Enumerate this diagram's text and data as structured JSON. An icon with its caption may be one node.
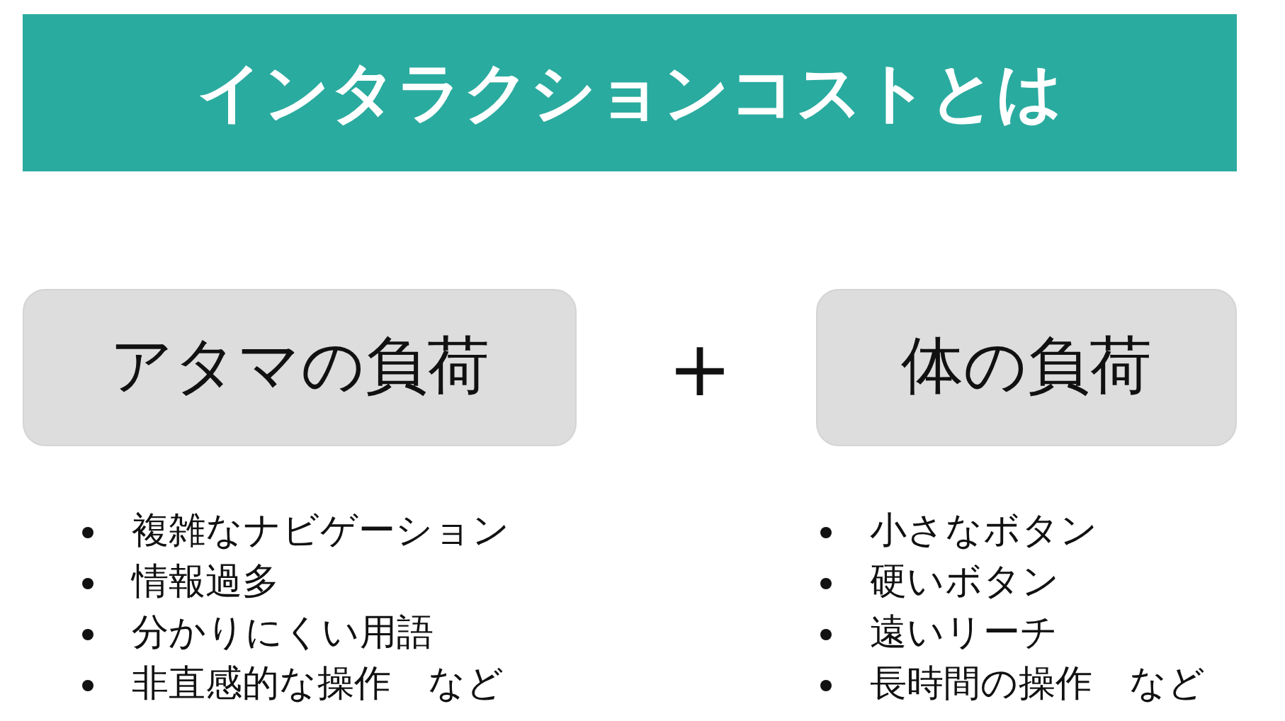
{
  "diagram": {
    "title": "インタラクションコストとは",
    "nodes": [
      {
        "text": [
          "アタマの負荷"
        ],
        "beside": [
          "複雑なナビゲーション",
          "情報過多",
          "分かりにくい用語",
          "非直感的な操作　など"
        ]
      },
      {
        "text": [
          "体の負荷"
        ],
        "beside": [
          "小さなボタン",
          "硬いボタン",
          "遠いリーチ",
          "長時間の操作　など"
        ]
      }
    ],
    "labels": [
      "+"
    ]
  }
}
